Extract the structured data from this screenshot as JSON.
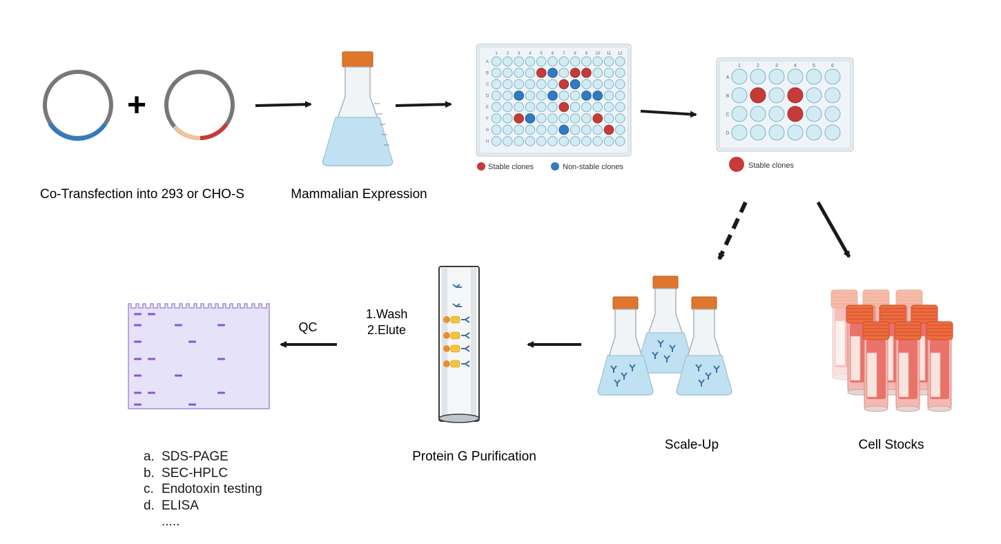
{
  "steps": {
    "cotransfection": "Co-Transfection into 293 or CHO-S",
    "expression": "Mammalian Expression",
    "scaleup": "Scale-Up",
    "cellstocks": "Cell Stocks",
    "proteing": "Protein G Purification",
    "plus": "+"
  },
  "plate96": {
    "rows": [
      "A",
      "B",
      "C",
      "D",
      "E",
      "F",
      "G",
      "H"
    ],
    "cols": [
      "1",
      "2",
      "3",
      "4",
      "5",
      "6",
      "7",
      "8",
      "9",
      "10",
      "11",
      "12"
    ],
    "legend_stable": "Stable clones",
    "legend_nonstable": "Non-stable clones"
  },
  "plate24": {
    "rows": [
      "A",
      "B",
      "C",
      "D"
    ],
    "cols": [
      "1",
      "2",
      "3",
      "4",
      "5",
      "6"
    ],
    "legend_stable": "Stable clones"
  },
  "purification": {
    "step1": "1.Wash",
    "step2": "2.Elute"
  },
  "qc": {
    "label": "QC",
    "items": [
      {
        "marker": "a.",
        "text": "SDS-PAGE"
      },
      {
        "marker": "b.",
        "text": "SEC-HPLC"
      },
      {
        "marker": "c.",
        "text": "Endotoxin testing"
      },
      {
        "marker": "d.",
        "text": "ELISA"
      },
      {
        "marker": "",
        "text": "....."
      }
    ]
  },
  "colors": {
    "stable": "#c63b37",
    "nonstable": "#2f7bc4",
    "well": "#d3ecf3",
    "cap": "#e0762e",
    "liquid": "#bfe1f1",
    "gel": "#e6e2f8",
    "band": "#8a55d6"
  }
}
